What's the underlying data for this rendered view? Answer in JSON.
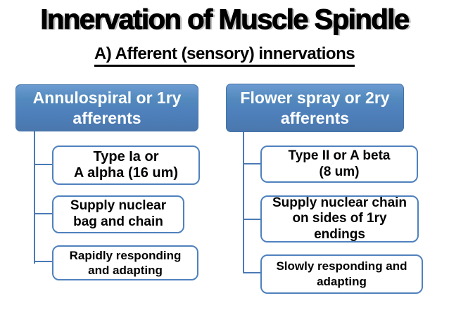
{
  "slide": {
    "title": "Innervation of Muscle Spindle",
    "subtitle": "A) Afferent (sensory) innervations"
  },
  "colors": {
    "accent_blue": "#4f81bd",
    "connector_blue": "#4a7ab5",
    "header_text": "#ffffff",
    "body_text": "#000000",
    "background": "#ffffff"
  },
  "diagram": {
    "columns": [
      {
        "id": "annulospiral",
        "header_lines": [
          "Annulospiral or 1ry",
          "afferents"
        ],
        "items": [
          {
            "lines": [
              "Type Ia or",
              "A alpha (16 um)"
            ]
          },
          {
            "lines": [
              "Supply nuclear",
              "bag and chain"
            ]
          },
          {
            "lines": [
              "Rapidly responding",
              "and adapting"
            ]
          }
        ]
      },
      {
        "id": "flower-spray",
        "header_lines": [
          "Flower spray or 2ry",
          "afferents"
        ],
        "items": [
          {
            "lines": [
              "Type II or A beta",
              "(8 um)"
            ]
          },
          {
            "lines": [
              "Supply nuclear chain",
              "on sides of 1ry",
              "endings"
            ]
          },
          {
            "lines": [
              "Slowly responding and",
              "adapting"
            ]
          }
        ]
      }
    ]
  }
}
